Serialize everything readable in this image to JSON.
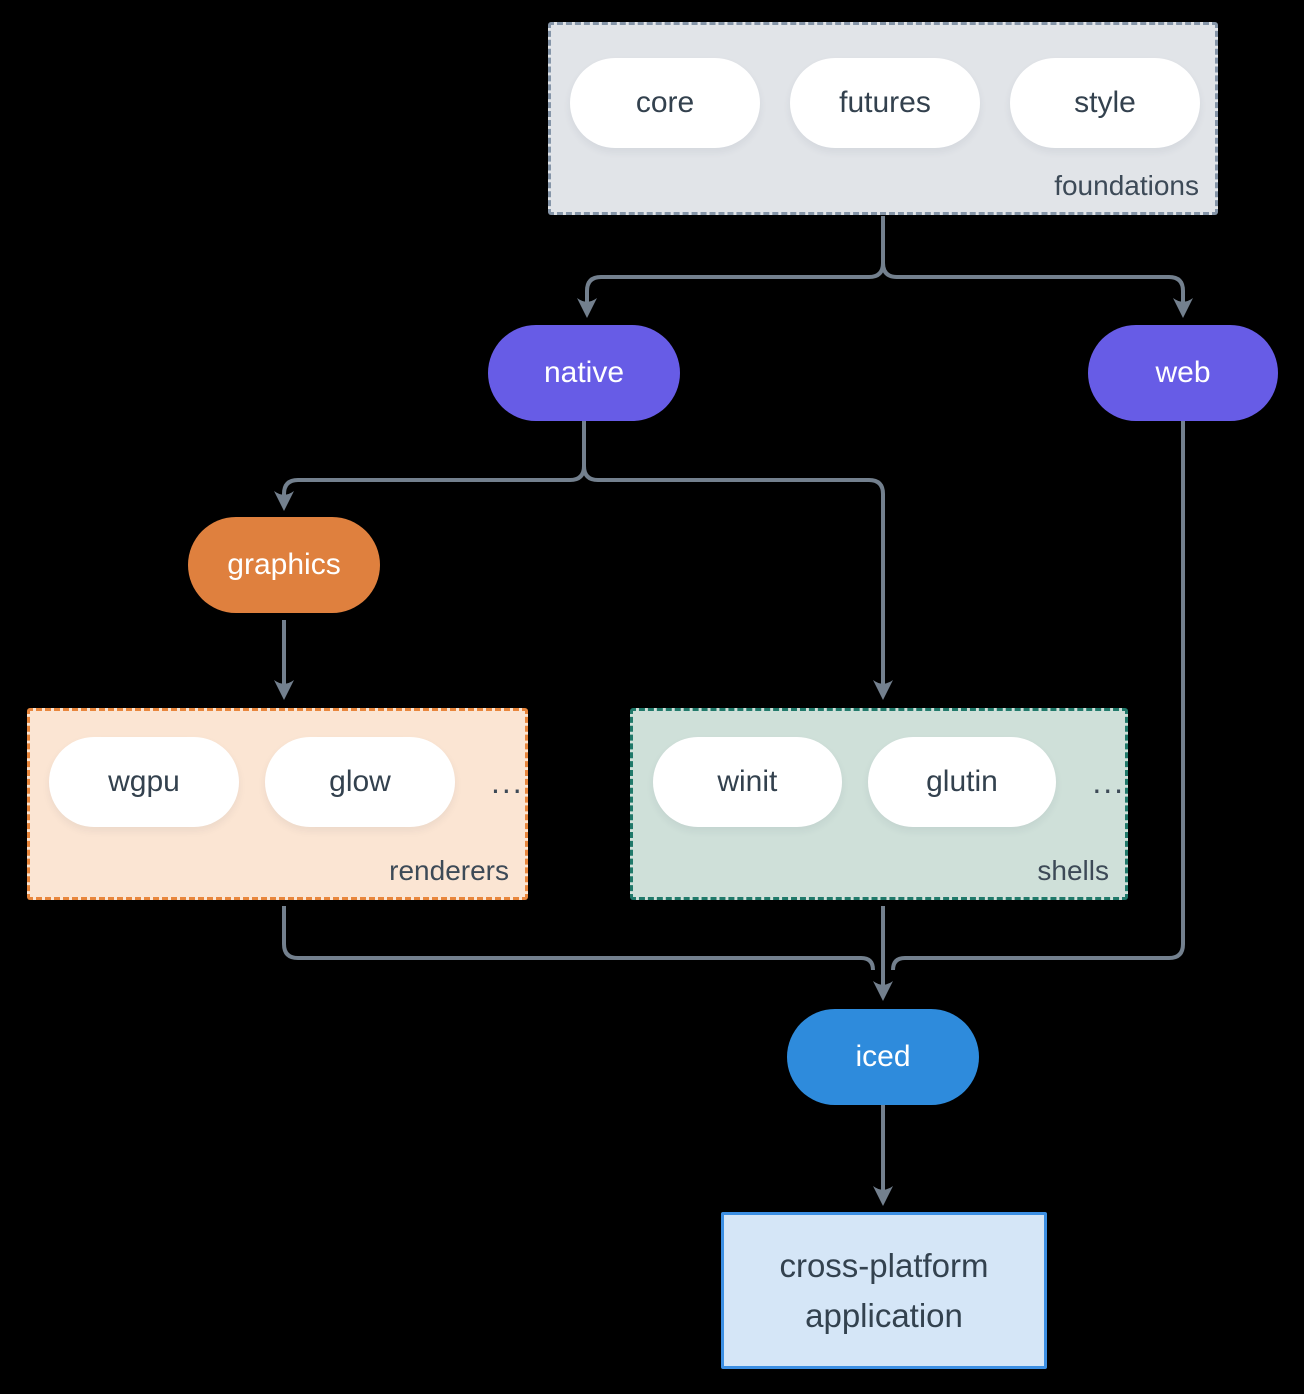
{
  "diagram": {
    "foundations": {
      "label": "foundations",
      "pills": [
        "core",
        "futures",
        "style"
      ]
    },
    "native_label": "native",
    "web_label": "web",
    "graphics_label": "graphics",
    "renderers": {
      "label": "renderers",
      "pills": [
        "wgpu",
        "glow"
      ],
      "more": "..."
    },
    "shells": {
      "label": "shells",
      "pills": [
        "winit",
        "glutin"
      ],
      "more": "..."
    },
    "iced_label": "iced",
    "application": {
      "line1": "cross-platform",
      "line2": "application"
    }
  },
  "colors": {
    "background": "#000000",
    "connector": "#73808e",
    "foundations_fill": "#e1e4e8",
    "foundations_border": "#8595a8",
    "renderers_fill": "#fbe5d3",
    "renderers_border": "#e8863c",
    "shells_fill": "#cfe0d9",
    "shells_border": "#20796a",
    "purple_node": "#675ce6",
    "orange_node": "#df803e",
    "blue_node": "#2e8bdc",
    "application_fill": "#d5e6f7",
    "application_border": "#3c8fe3",
    "pill_fill": "#ffffff",
    "text_dark": "#33414e"
  }
}
